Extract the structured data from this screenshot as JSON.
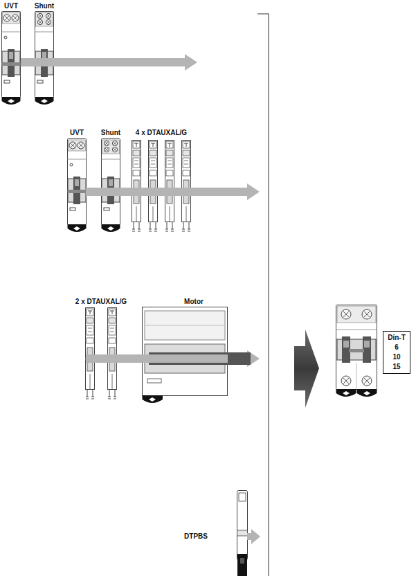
{
  "diagram": {
    "nodes": [
      {
        "text": [
          "Din-T",
          "6",
          "10",
          "15"
        ]
      }
    ],
    "labels": [
      "UVT",
      "Shunt",
      "UVT",
      "Shunt",
      "4 x DTAUXAL/G",
      "2 x DTAUXAL/G",
      "Motor",
      "DTPBS"
    ]
  }
}
